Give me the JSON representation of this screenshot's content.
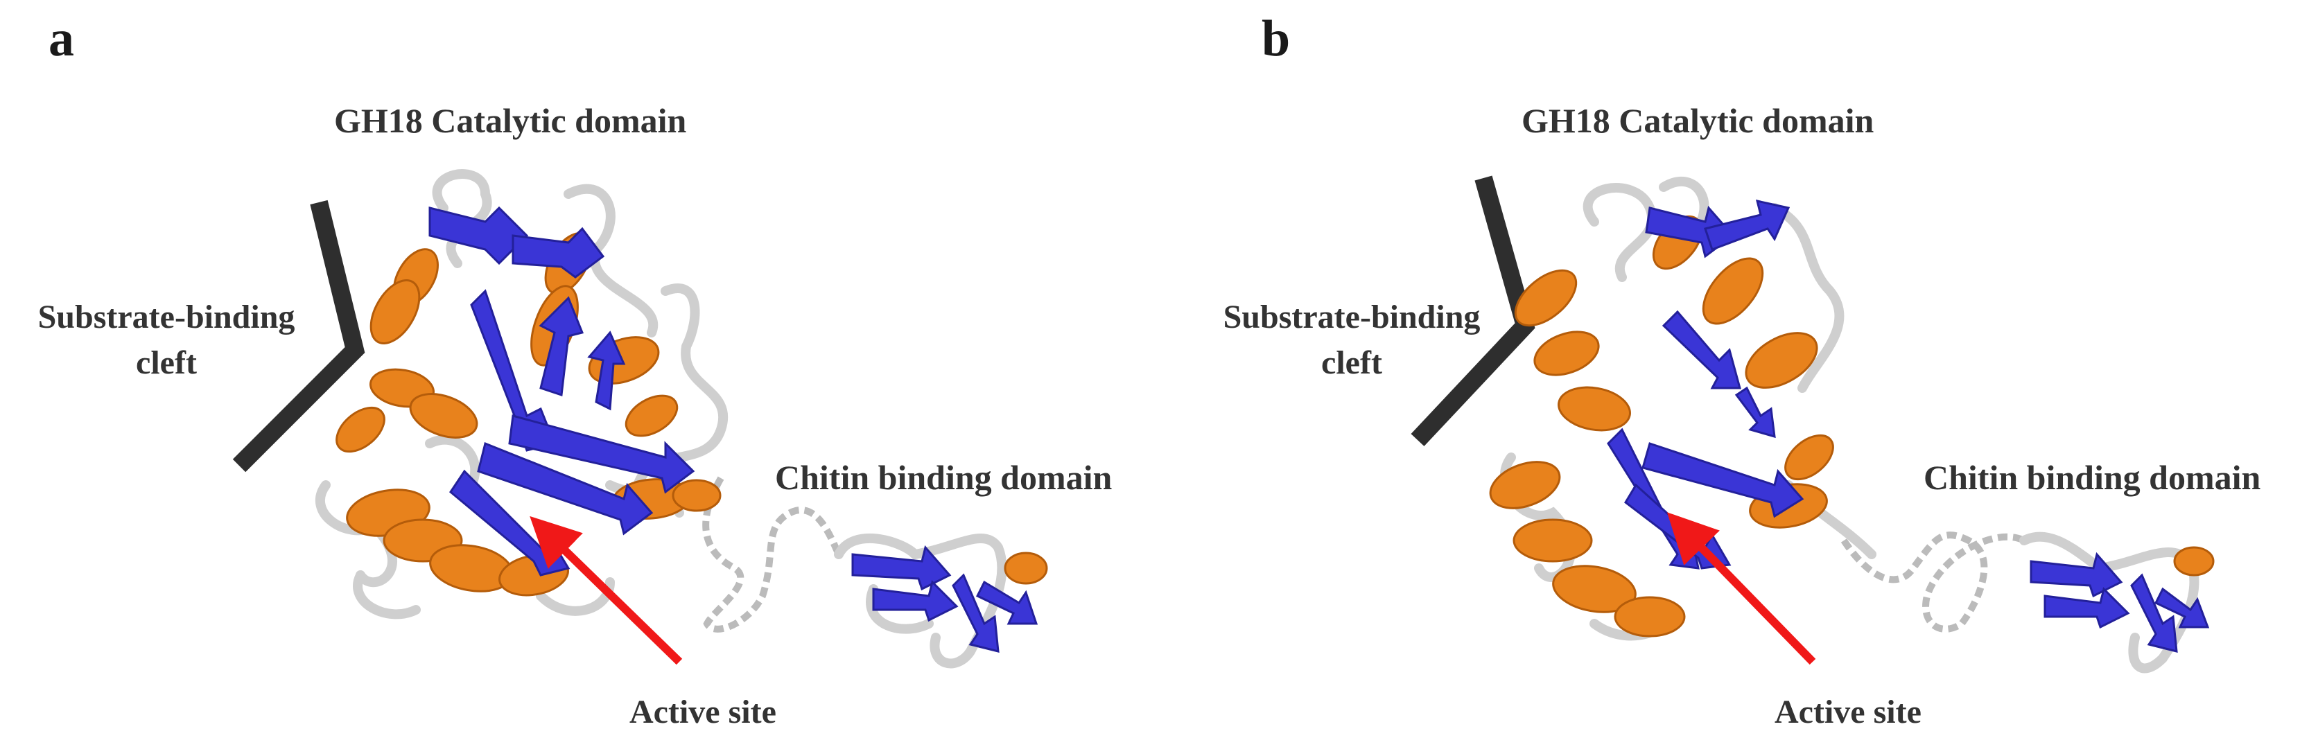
{
  "panels": [
    {
      "letter": "a",
      "catalytic_label": "GH18 Catalytic domain",
      "cleft_label_line1": "Substrate-binding",
      "cleft_label_line2": "cleft",
      "chitin_label": "Chitin binding domain",
      "active_site_label": "Active site"
    },
    {
      "letter": "b",
      "catalytic_label": "GH18 Catalytic domain",
      "cleft_label_line1": "Substrate-binding",
      "cleft_label_line2": "cleft",
      "chitin_label": "Chitin binding domain",
      "active_site_label": "Active site"
    }
  ],
  "colors": {
    "helix": "#e8821c",
    "sheet": "#3a35d6",
    "loop": "#cfcfcf",
    "cleft_marker": "#2e2e2e",
    "arrow": "#f01818"
  }
}
